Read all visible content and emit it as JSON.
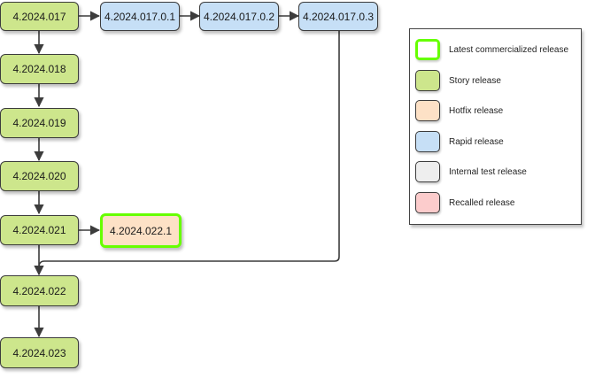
{
  "nodes": {
    "n017": "4.2024.017",
    "n0170_1": "4.2024.017.0.1",
    "n0170_2": "4.2024.017.0.2",
    "n0170_3": "4.2024.017.0.3",
    "n018": "4.2024.018",
    "n019": "4.2024.019",
    "n020": "4.2024.020",
    "n021": "4.2024.021",
    "n022_1": "4.2024.022.1",
    "n022": "4.2024.022",
    "n023": "4.2024.023"
  },
  "legend": [
    {
      "label": "Latest commercialized release",
      "fill": "#ffffff",
      "border": "#66ff00"
    },
    {
      "label": "Story release",
      "fill": "#cde68c",
      "border": "#3c3c3c"
    },
    {
      "label": "Hotfix release",
      "fill": "#fde1c6",
      "border": "#3c3c3c"
    },
    {
      "label": "Rapid release",
      "fill": "#c6dff6",
      "border": "#3c3c3c"
    },
    {
      "label": "Internal test release",
      "fill": "#eeeeee",
      "border": "#3c3c3c"
    },
    {
      "label": "Recalled release",
      "fill": "#fccccc",
      "border": "#3c3c3c"
    }
  ]
}
